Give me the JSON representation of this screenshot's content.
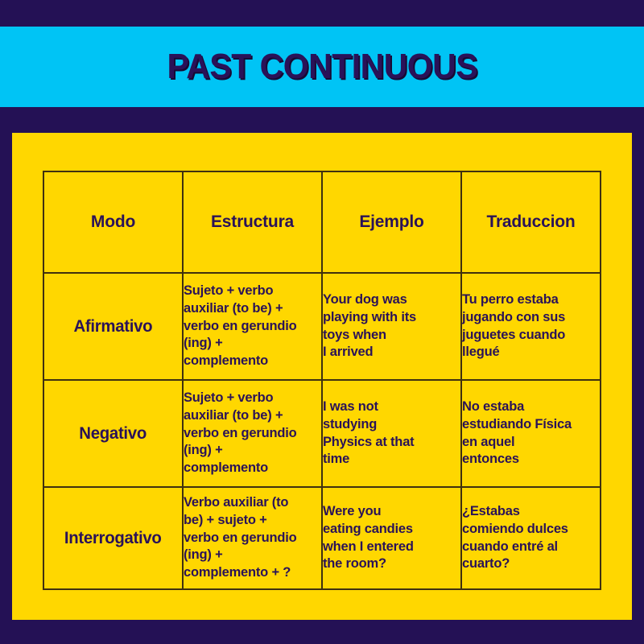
{
  "banner": {
    "title": "PAST CONTINUOUS",
    "background_color": "#00C4F5",
    "text_color": "#2A1258"
  },
  "page": {
    "background_color": "#241155",
    "panel_color": "#FFD700",
    "border_color": "#40300f"
  },
  "table": {
    "headers": [
      "Modo",
      "Estructura",
      "Ejemplo",
      "Traduccion"
    ],
    "rows": [
      {
        "modo": "Afirmativo",
        "estructura": "Sujeto + verbo\nauxiliar (to be) +\nverbo en gerundio\n(ing) +\ncomplemento",
        "ejemplo": "Your dog was\nplaying with its\ntoys when\nI arrived",
        "traduccion": "Tu perro estaba\njugando con sus\njuguetes cuando\nllegué"
      },
      {
        "modo": "Negativo",
        "estructura": "Sujeto + verbo\nauxiliar (to be) +\nverbo en gerundio\n(ing) +\ncomplemento",
        "ejemplo": "I was not\nstudying\nPhysics at that\ntime",
        "traduccion": "No estaba\nestudiando Física\nen aquel\nentonces"
      },
      {
        "modo": "Interrogativo",
        "estructura": "Verbo auxiliar (to\nbe) + sujeto +\nverbo en gerundio\n(ing) +\ncomplemento + ?",
        "ejemplo": "Were you\neating candies\nwhen I entered\nthe room?",
        "traduccion": "¿Estabas\ncomiendo dulces\ncuando entré al\ncuarto?"
      }
    ]
  }
}
